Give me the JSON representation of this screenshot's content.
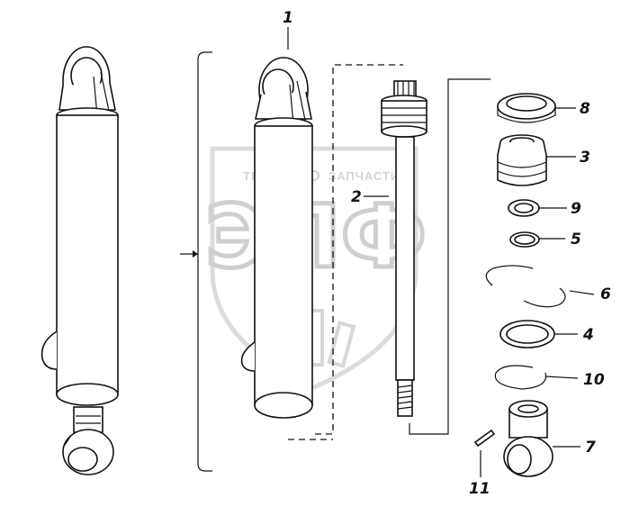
{
  "watermark": {
    "top_text_left": "ТЕХНИКА",
    "top_text_right": "ЗАПЧАСТИ",
    "big_text": "ЭПФ"
  },
  "callouts": [
    {
      "id": "c1",
      "label": "1"
    },
    {
      "id": "c2",
      "label": "2"
    },
    {
      "id": "c8",
      "label": "8"
    },
    {
      "id": "c3",
      "label": "3"
    },
    {
      "id": "c9",
      "label": "9"
    },
    {
      "id": "c5",
      "label": "5"
    },
    {
      "id": "c6",
      "label": "6"
    },
    {
      "id": "c4",
      "label": "4"
    },
    {
      "id": "c10",
      "label": "10"
    },
    {
      "id": "c7",
      "label": "7"
    },
    {
      "id": "c11",
      "label": "11"
    }
  ],
  "icons": {
    "watermark": "shield-logo-icon",
    "assembly": "hydraulic-cylinder-icon"
  }
}
